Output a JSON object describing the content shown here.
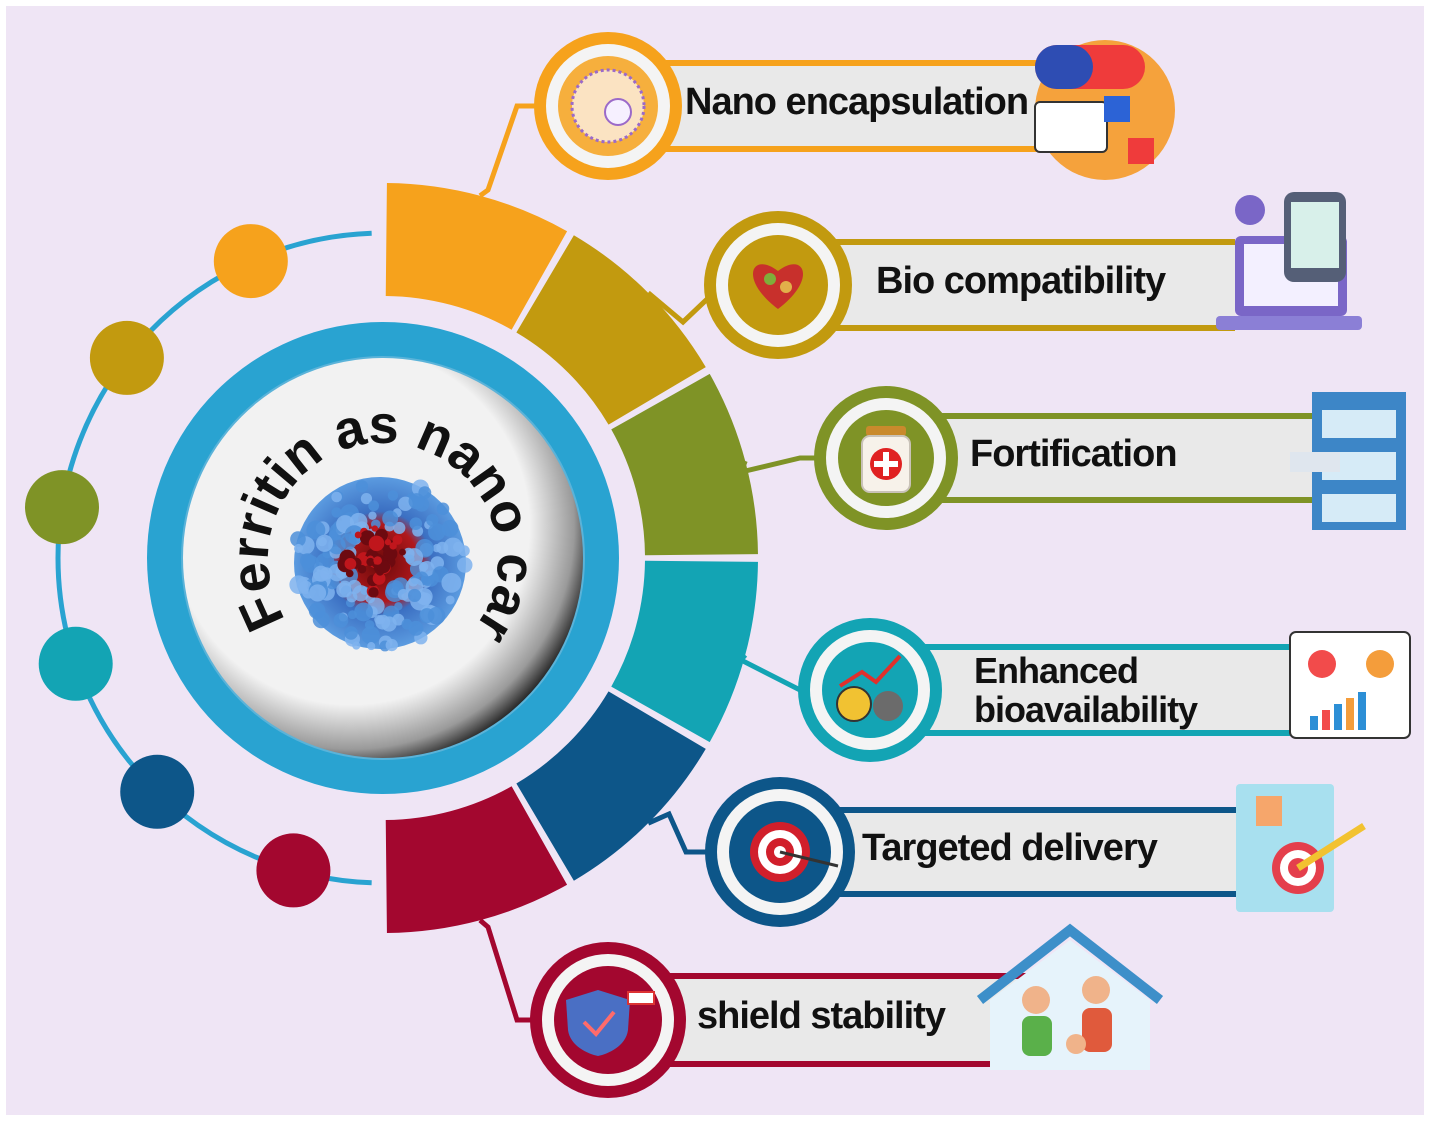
{
  "center": {
    "title": "Ferritin as nano carrier",
    "ring_color": "#29a3d1",
    "inner_color": "#eeeeee",
    "background": "#efe5f5"
  },
  "items": [
    {
      "label": "Nano encapsulation",
      "color": "#f6a21c",
      "icon": "liposome-icon",
      "illustration": "capsule-security-illustration"
    },
    {
      "label": "Bio compatibility",
      "color": "#c29a0f",
      "icon": "heart-food-icon",
      "illustration": "laptop-phone-link-illustration"
    },
    {
      "label": "Fortification",
      "color": "#7f9326",
      "icon": "medicine-jar-icon",
      "illustration": "pharmacy-shelf-illustration"
    },
    {
      "label": "Enhanced bioavailability",
      "color": "#13a4b4",
      "icon": "stopwatch-gear-growth-icon",
      "illustration": "analytics-dashboard-illustration"
    },
    {
      "label": "Targeted delivery",
      "color": "#0d5689",
      "icon": "target-arrow-icon",
      "illustration": "clipboard-target-illustration"
    },
    {
      "label": "shield stability",
      "color": "#a3072f",
      "icon": "shield-max-icon",
      "illustration": "family-home-illustration"
    }
  ]
}
